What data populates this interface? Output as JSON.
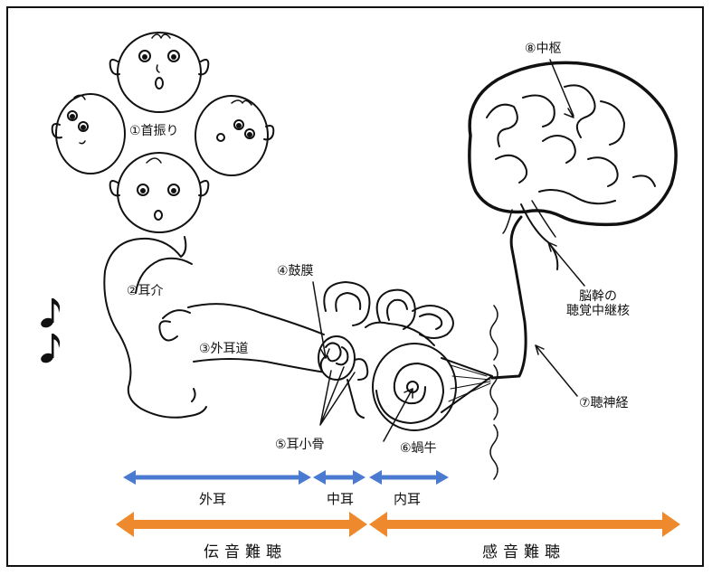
{
  "labels": {
    "head_shake": "①首振り",
    "pinna": "②耳介",
    "ear_canal": "③外耳道",
    "eardrum": "④鼓膜",
    "ossicles": "⑤耳小骨",
    "cochlea": "⑥蝸牛",
    "auditory_nerve": "⑦聴神経",
    "center": "⑧中枢",
    "brainstem_nucleus": "脳幹の\n聴覚中継核"
  },
  "regions": {
    "outer": "外耳",
    "middle": "中耳",
    "inner": "内耳"
  },
  "hearing_loss": {
    "conductive": "伝音難聴",
    "sensorineural": "感音難聴"
  },
  "colors": {
    "blue_arrow": "#4a7bd0",
    "orange_arrow": "#ee8a2d",
    "line": "#111111"
  },
  "icons": [
    "music-note-icon",
    "music-note-icon"
  ]
}
